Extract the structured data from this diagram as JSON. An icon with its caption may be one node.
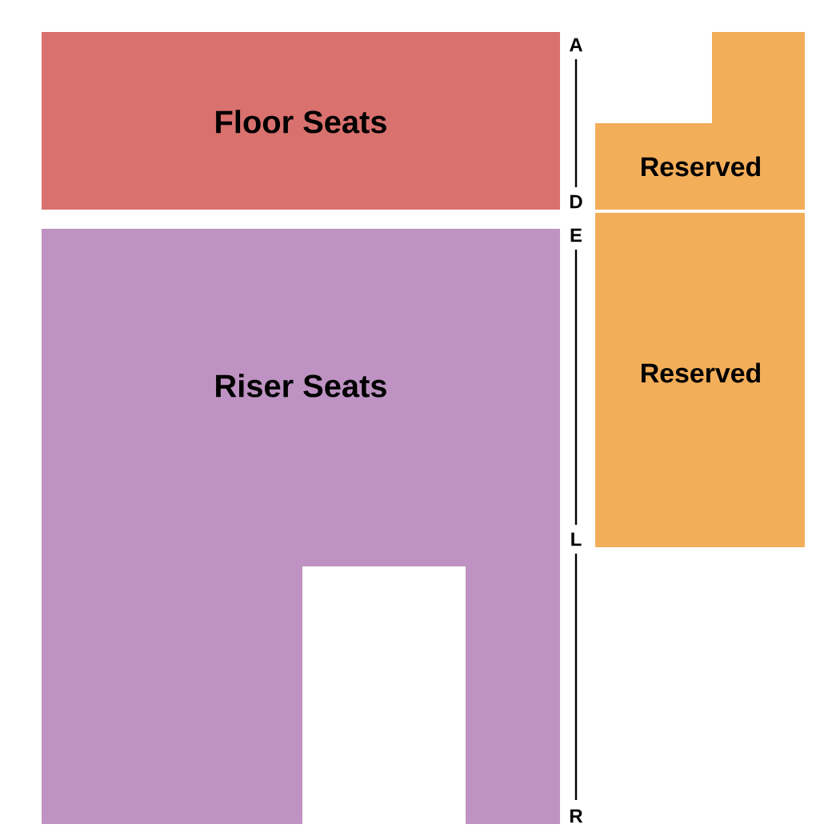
{
  "diagram": {
    "nodes": [
      {
        "text": [
          "Floor Seats"
        ]
      },
      {
        "text": [
          "Riser Seats"
        ]
      },
      {
        "text": [
          "Reserved"
        ]
      },
      {
        "text": [
          "Reserved"
        ]
      }
    ],
    "labels": [
      "A",
      "D",
      "E",
      "L",
      "R"
    ]
  }
}
